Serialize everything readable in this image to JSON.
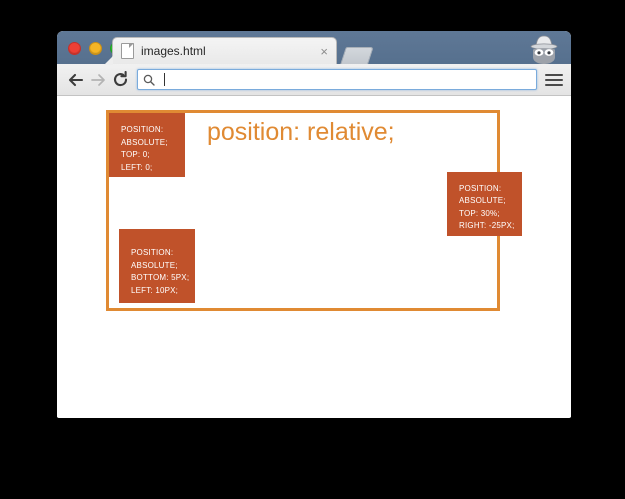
{
  "window": {
    "traffic_lights": [
      "close",
      "minimize",
      "maximize"
    ],
    "tab": {
      "title": "images.html",
      "close_label": "×",
      "icon": "page-icon"
    },
    "new_tab_label": "",
    "incognito_icon": "incognito-icon"
  },
  "toolbar": {
    "back_icon": "back-arrow-icon",
    "forward_icon": "forward-arrow-icon",
    "reload_icon": "reload-icon",
    "search_icon": "search-icon",
    "omnibox_value": "",
    "omnibox_placeholder": "",
    "menu_icon": "hamburger-menu-icon"
  },
  "page": {
    "heading": "position: relative;",
    "colors": {
      "container_border": "#e08a33",
      "box_fill": "#c0522a",
      "heading": "#e08a33",
      "page_background": "#ffffff"
    },
    "boxes": [
      {
        "id": "top-left",
        "lines": [
          "POSITION:",
          "ABSOLUTE;",
          "TOP: 0;",
          "LEFT: 0;"
        ]
      },
      {
        "id": "right",
        "lines": [
          "POSITION:",
          "ABSOLUTE;",
          "TOP: 30%;",
          "RIGHT: -25PX;"
        ]
      },
      {
        "id": "bottom-left",
        "lines": [
          "POSITION:",
          "ABSOLUTE;",
          "BOTTOM: 5PX;",
          "LEFT: 10PX;"
        ]
      }
    ]
  }
}
